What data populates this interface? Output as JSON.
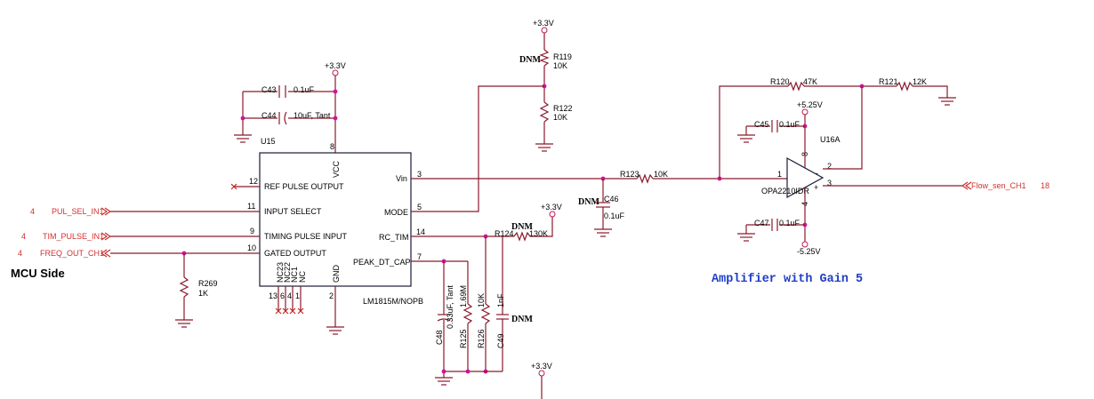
{
  "rails": {
    "v33": "+3.3V",
    "v525p": "+5.25V",
    "v525n": "-5.25V"
  },
  "u15": {
    "ref": "U15",
    "part": "LM1815M/NOPB",
    "pins": {
      "vcc": "VCC",
      "vcc_num": "8",
      "gnd": "GND",
      "gnd_num": "2",
      "ref_pulse": "REF PULSE OUTPUT",
      "ref_pulse_num": "12",
      "input_select": "INPUT SELECT",
      "input_select_num": "11",
      "timing_pulse": "TIMING PULSE INPUT",
      "timing_pulse_num": "9",
      "gated_output": "GATED OUTPUT",
      "gated_output_num": "10",
      "vin": "Vin",
      "vin_num": "3",
      "mode": "MODE",
      "mode_num": "5",
      "rc_tim": "RC_TIM",
      "rc_tim_num": "14",
      "peak_dt_cap": "PEAK_DT_CAP",
      "peak_dt_cap_num": "7",
      "nc23": "NC23",
      "nc22": "NC22",
      "nc21": "NC1",
      "nc": "NC",
      "nc_nums": [
        "13",
        "6",
        "4",
        "1"
      ]
    }
  },
  "u16": {
    "ref": "U16A",
    "part": "OPA2210IDR",
    "pin1": "1",
    "pin2": "2",
    "pin3": "3",
    "pin4": "4",
    "pin8": "8",
    "plus": "+",
    "minus": "-"
  },
  "components": {
    "c43": {
      "ref": "C43",
      "value": "0.1uF"
    },
    "c44": {
      "ref": "C44",
      "value": "10uF, Tant"
    },
    "r119": {
      "ref": "R119",
      "value": "10K"
    },
    "r122": {
      "ref": "R122",
      "value": "10K"
    },
    "r120": {
      "ref": "R120",
      "value": "47K"
    },
    "r121": {
      "ref": "R121",
      "value": "12K"
    },
    "c45": {
      "ref": "C45",
      "value": "0.1uF"
    },
    "c47": {
      "ref": "C47",
      "value": "0.1uF"
    },
    "r123": {
      "ref": "R123",
      "value": "10K"
    },
    "c46": {
      "ref": "C46",
      "value": "0.1uF"
    },
    "r124": {
      "ref": "R124",
      "value": "130K"
    },
    "c48": {
      "ref": "C48",
      "value": "0.33uF, Tant"
    },
    "r125": {
      "ref": "R125",
      "value": "1.69M"
    },
    "r126": {
      "ref": "R126",
      "value": "10K"
    },
    "c49": {
      "ref": "C49",
      "value": "1nF"
    },
    "r269": {
      "ref": "R269",
      "value": "1K"
    }
  },
  "dnm": "DNM",
  "nets": {
    "pul_sel": {
      "label": "PUL_SEL_IN1",
      "num": "4"
    },
    "tim_pulse": {
      "label": "TIM_PULSE_IN1",
      "num": "4"
    },
    "freq_out": {
      "label": "FREQ_OUT_CH1",
      "num": "4"
    },
    "flow_sen": {
      "label": "Flow_sen_CH1",
      "num": "18"
    }
  },
  "labels": {
    "mcu_side": "MCU Side",
    "amp_title": "Amplifier with Gain 5"
  },
  "colors": {
    "wire": "#8b1a2b",
    "net_label": "#d32f2f",
    "junction": "#d0129a",
    "amp_title": "#1f3cc4"
  }
}
